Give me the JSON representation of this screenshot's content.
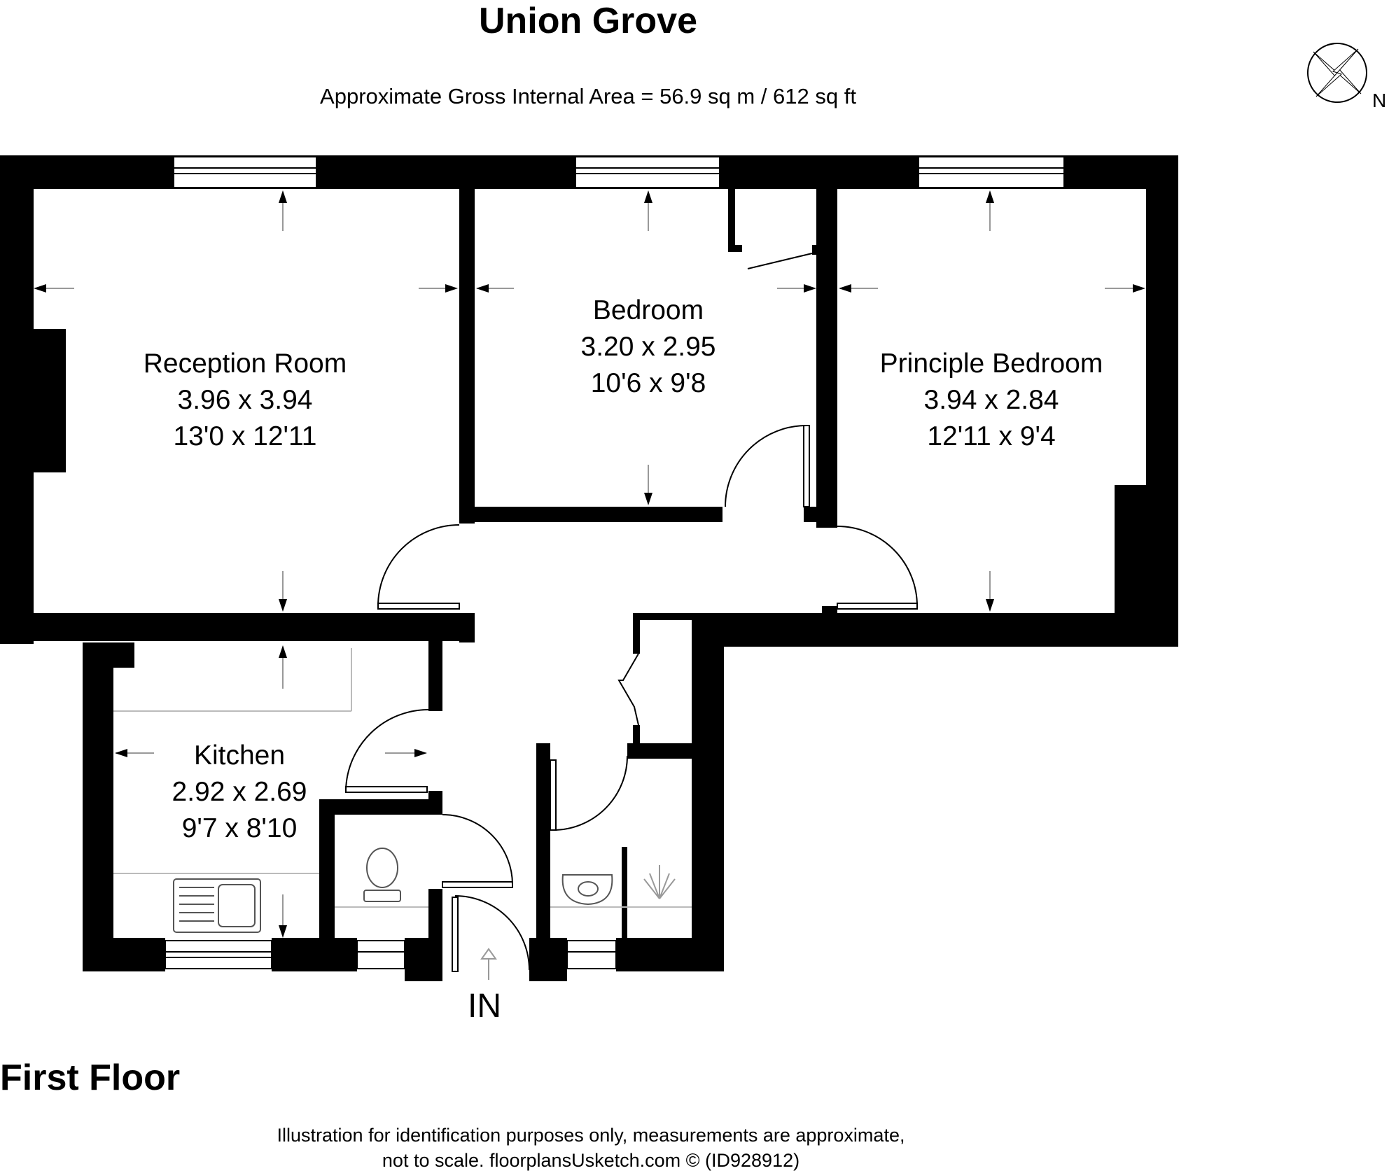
{
  "title": "Union Grove",
  "area_text": "Approximate Gross Internal Area = 56.9 sq m / 612 sq ft",
  "floor_label": "First Floor",
  "entrance_label": "IN",
  "north_label": "N",
  "disclaimer": {
    "line1": "Illustration for identification purposes only, measurements are approximate,",
    "line2": "not to scale. floorplansUsketch.com © (ID928912)"
  },
  "rooms": {
    "reception": {
      "name": "Reception Room",
      "metric": "3.96 x 3.94",
      "imperial": "13'0 x 12'11"
    },
    "bedroom": {
      "name": "Bedroom",
      "metric": "3.20 x 2.95",
      "imperial": "10'6 x 9'8"
    },
    "principle": {
      "name": "Principle Bedroom",
      "metric": "3.94 x 2.84",
      "imperial": "12'11 x 9'4"
    },
    "kitchen": {
      "name": "Kitchen",
      "metric": "2.92 x 2.69",
      "imperial": "9'7 x 8'10"
    }
  },
  "colors": {
    "wall": "#000000",
    "background": "#ffffff",
    "fixture": "#555555"
  }
}
